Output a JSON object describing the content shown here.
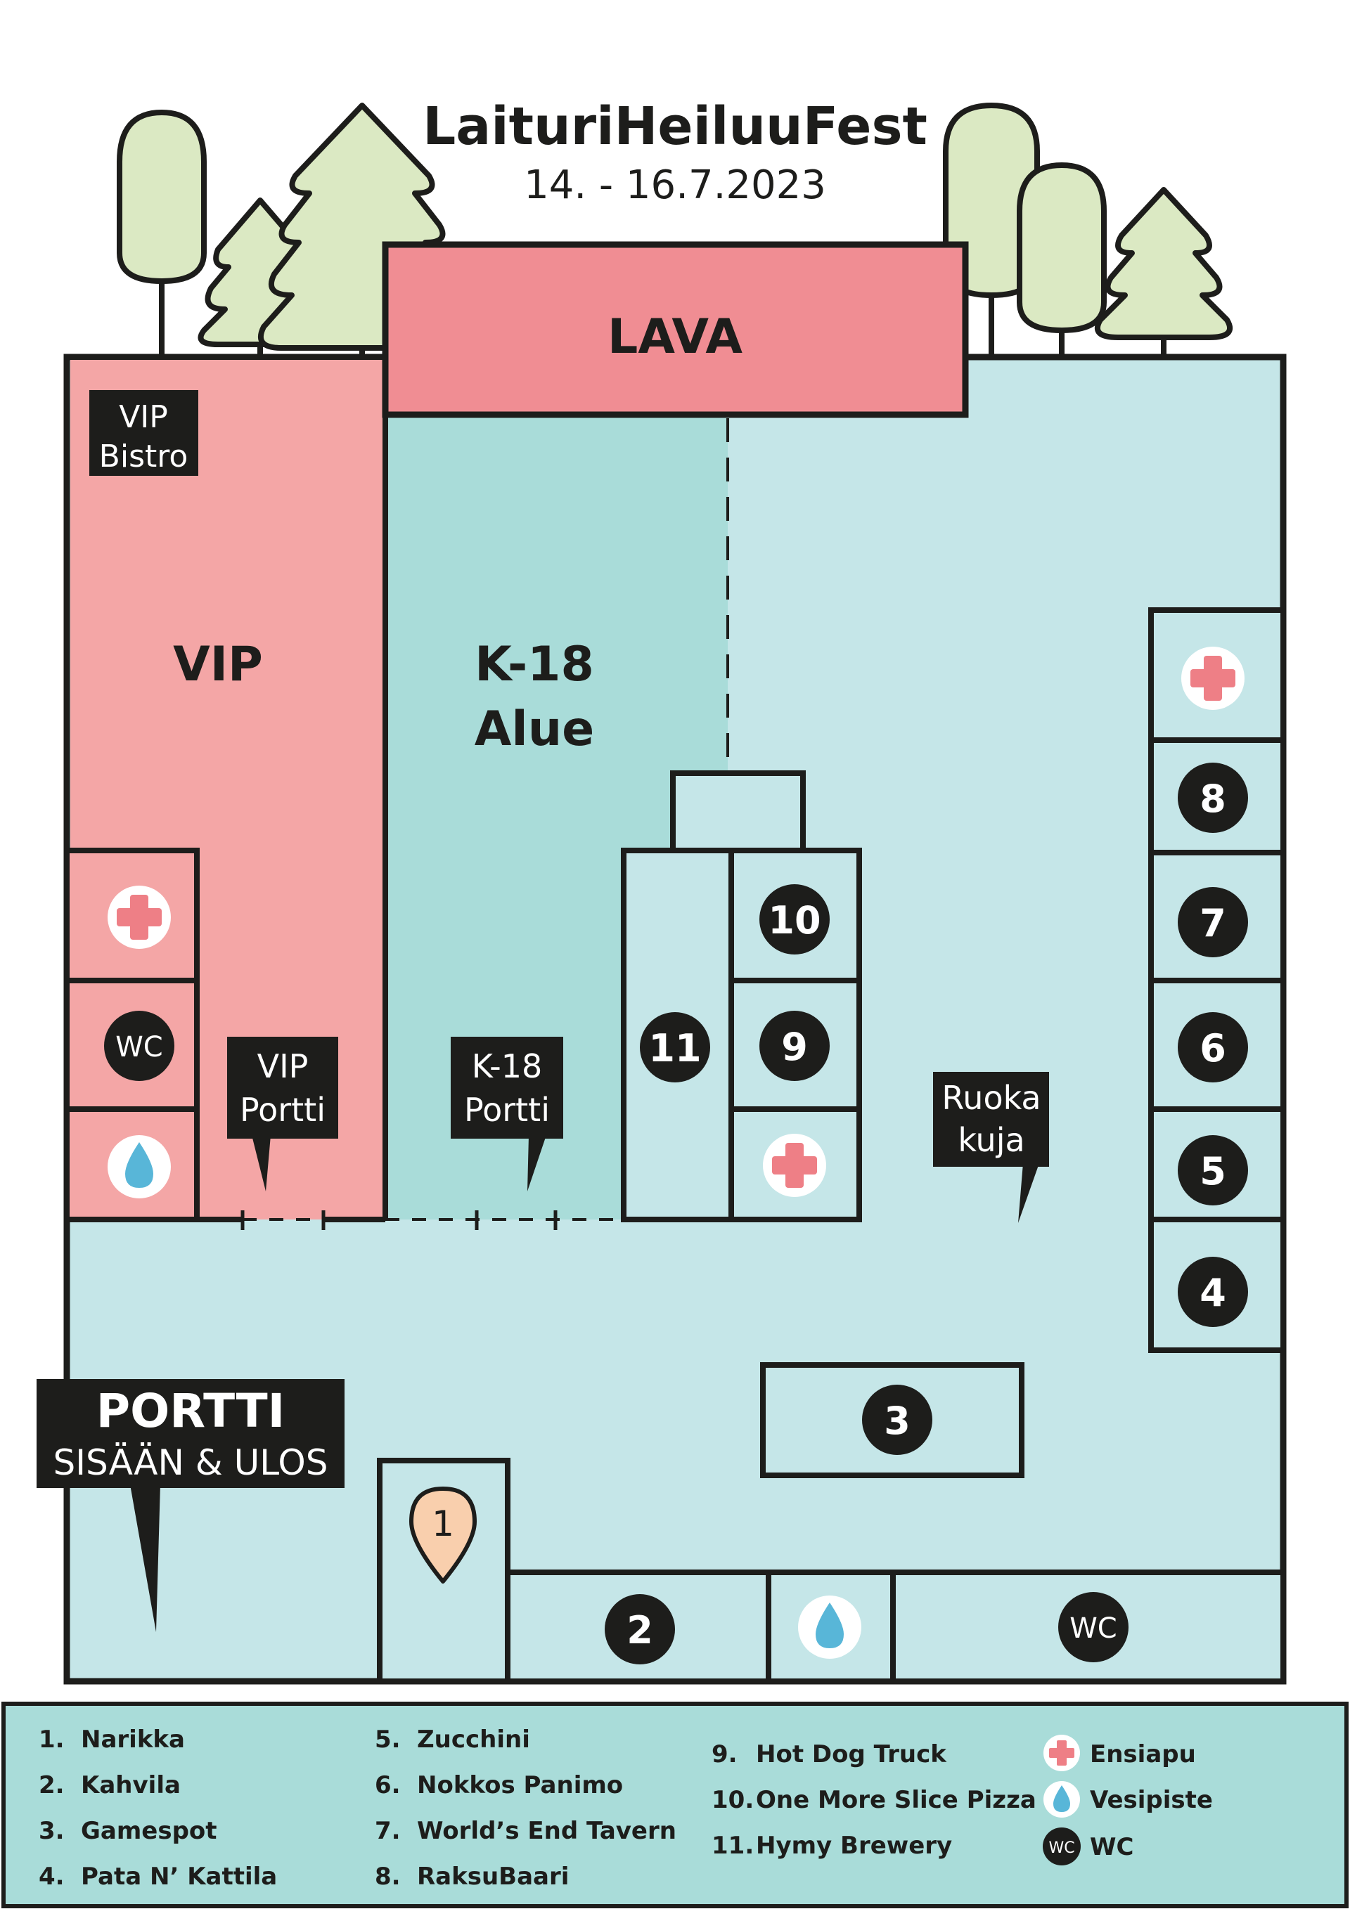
{
  "header": {
    "title": "LaituriHeiluuFest",
    "dates": "14. - 16.7.2023"
  },
  "zones": {
    "stage": "LAVA",
    "vip": "VIP",
    "k18_line1": "K-18",
    "k18_line2": "Alue"
  },
  "signs": {
    "vip_bistro": [
      "VIP",
      "Bistro"
    ],
    "vip_gate": [
      "VIP",
      "Portti"
    ],
    "k18_gate": [
      "K-18",
      "Portti"
    ],
    "food_alley": [
      "Ruoka",
      "kuja"
    ],
    "main_gate_title": "PORTTI",
    "main_gate_sub": "SISÄÄN & ULOS"
  },
  "markers": {
    "wc_label": "WC",
    "numbers": [
      "1",
      "2",
      "3",
      "4",
      "5",
      "6",
      "7",
      "8",
      "9",
      "10",
      "11"
    ]
  },
  "legend": {
    "col1": [
      {
        "num": "1.",
        "name": "Narikka"
      },
      {
        "num": "2.",
        "name": "Kahvila"
      },
      {
        "num": "3.",
        "name": "Gamespot"
      },
      {
        "num": "4.",
        "name": "Pata N’ Kattila"
      }
    ],
    "col2": [
      {
        "num": "5.",
        "name": "Zucchini"
      },
      {
        "num": "6.",
        "name": "Nokkos Panimo"
      },
      {
        "num": "7.",
        "name": "World’s End Tavern"
      },
      {
        "num": "8.",
        "name": "RaksuBaari"
      }
    ],
    "col3": [
      {
        "num": "9.",
        "name": "Hot Dog Truck"
      },
      {
        "num": "10.",
        "name": "One More Slice Pizza"
      },
      {
        "num": "11.",
        "name": "Hymy Brewery"
      }
    ],
    "icons": [
      {
        "icon": "first-aid-icon",
        "label": "Ensiapu"
      },
      {
        "icon": "water-drop-icon",
        "label": "Vesipiste"
      },
      {
        "icon": "wc-icon",
        "label": "WC"
      }
    ]
  },
  "colors": {
    "ground": "#c5e6e8",
    "k18": "#a9dcd9",
    "vip": "#f4a6a6",
    "stage": "#f08d93",
    "tree": "#dbe9c3",
    "ink": "#1d1d1b",
    "aid_red": "#ee7f86",
    "water_blue": "#58b6d8",
    "number_1_fill": "#f9cfad"
  }
}
